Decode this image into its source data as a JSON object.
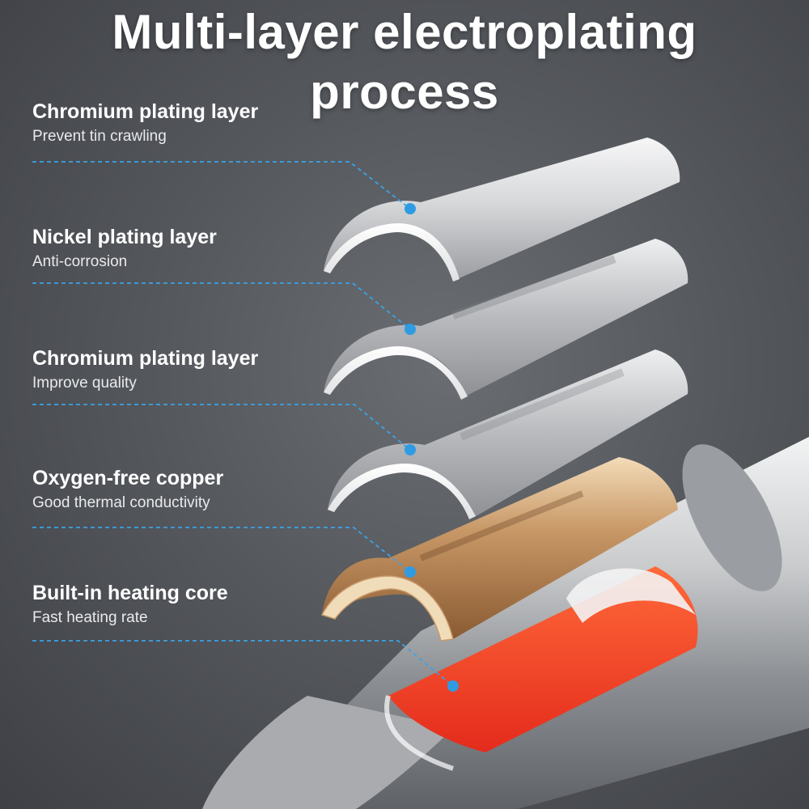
{
  "title": {
    "line1": "Multi-layer electroplating",
    "line2": "process"
  },
  "layers": [
    {
      "name": "Chromium plating layer",
      "desc": "Prevent tin crawling",
      "color": "#d9dadc"
    },
    {
      "name": "Nickel plating layer",
      "desc": "Anti-corrosion",
      "color": "#cfd0d2"
    },
    {
      "name": "Chromium plating layer",
      "desc": "Improve quality",
      "color": "#cacbcd"
    },
    {
      "name": "Oxygen-free copper",
      "desc": "Good thermal conductivity",
      "color": "#b98a5a"
    },
    {
      "name": "Built-in heating core",
      "desc": "Fast heating rate",
      "color": "#ef3b22"
    }
  ],
  "colors": {
    "background": "#55585d",
    "leader": "#3aa3e6",
    "text": "#ffffff"
  }
}
